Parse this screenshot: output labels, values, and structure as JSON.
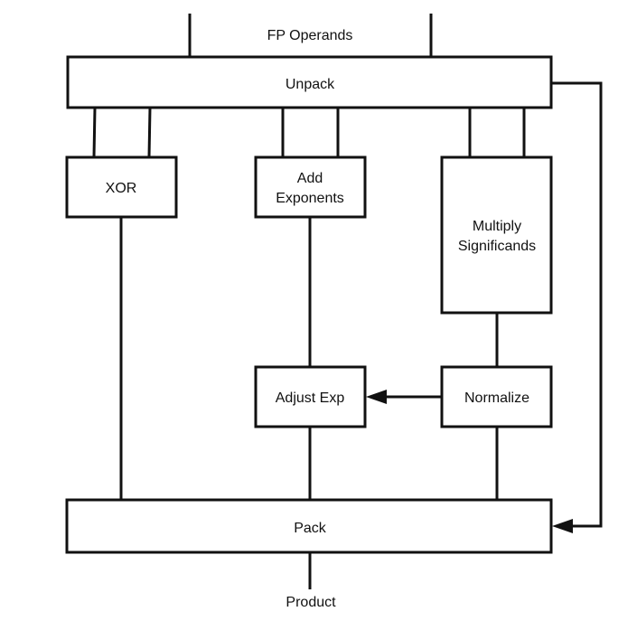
{
  "diagram": {
    "title": "Floating-point multiplication datapath",
    "input_label": "FP Operands",
    "output_label": "Product",
    "blocks": {
      "unpack": "Unpack",
      "xor": "XOR",
      "add_exponents": [
        "Add",
        "Exponents"
      ],
      "multiply_significands": [
        "Multiply",
        "Significands"
      ],
      "adjust_exp": "Adjust Exp",
      "normalize": "Normalize",
      "pack": "Pack"
    },
    "edges": [
      {
        "from": "FP Operands",
        "to": "Unpack"
      },
      {
        "from": "Unpack",
        "to": "XOR",
        "count": 2
      },
      {
        "from": "Unpack",
        "to": "Add Exponents",
        "count": 2
      },
      {
        "from": "Unpack",
        "to": "Multiply Significands",
        "count": 2
      },
      {
        "from": "Unpack",
        "to": "Pack",
        "arrow": true
      },
      {
        "from": "XOR",
        "to": "Pack"
      },
      {
        "from": "Add Exponents",
        "to": "Adjust Exp"
      },
      {
        "from": "Multiply Significands",
        "to": "Normalize"
      },
      {
        "from": "Normalize",
        "to": "Adjust Exp",
        "arrow": true
      },
      {
        "from": "Adjust Exp",
        "to": "Pack"
      },
      {
        "from": "Normalize",
        "to": "Pack"
      },
      {
        "from": "Pack",
        "to": "Product"
      }
    ],
    "colors": {
      "stroke": "#111111",
      "background": "#ffffff"
    }
  }
}
